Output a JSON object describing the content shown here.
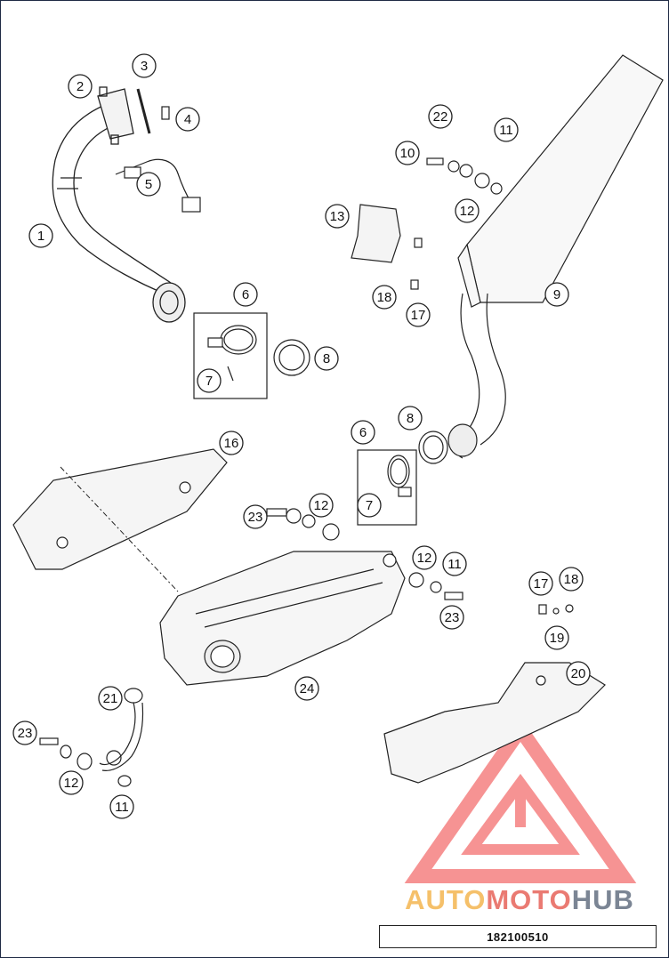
{
  "callouts": [
    {
      "label": "1"
    },
    {
      "label": "2"
    },
    {
      "label": "3"
    },
    {
      "label": "4"
    },
    {
      "label": "5"
    },
    {
      "label": "6"
    },
    {
      "label": "7"
    },
    {
      "label": "8"
    },
    {
      "label": "9"
    },
    {
      "label": "10"
    },
    {
      "label": "11"
    },
    {
      "label": "12"
    },
    {
      "label": "13"
    },
    {
      "label": "18"
    },
    {
      "label": "17"
    },
    {
      "label": "22"
    },
    {
      "label": "16"
    },
    {
      "label": "23"
    },
    {
      "label": "12"
    },
    {
      "label": "12"
    },
    {
      "label": "11"
    },
    {
      "label": "23"
    },
    {
      "label": "17"
    },
    {
      "label": "18"
    },
    {
      "label": "19"
    },
    {
      "label": "20"
    },
    {
      "label": "21"
    },
    {
      "label": "24"
    },
    {
      "label": "23"
    },
    {
      "label": "12"
    },
    {
      "label": "11"
    },
    {
      "label": "6"
    },
    {
      "label": "7"
    },
    {
      "label": "8"
    }
  ],
  "diagram_id": "182100510",
  "watermark": {
    "part1": "AUTO",
    "part2": "MOTO",
    "part3": "HUB",
    "color_yellow": "#f5c06a",
    "color_red": "#ea7a72",
    "color_gray": "#7b8594"
  }
}
